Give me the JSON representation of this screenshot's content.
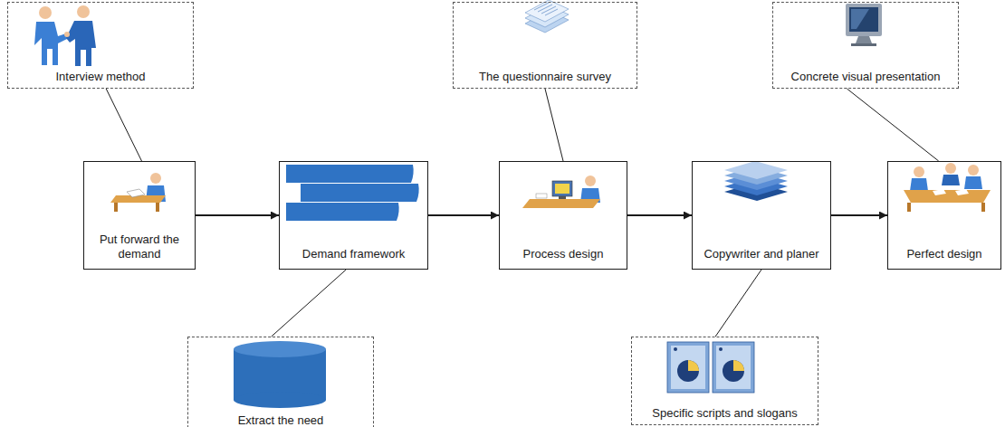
{
  "diagram": {
    "nodes": [
      {
        "text": [
          "Interview method"
        ]
      },
      {
        "text": [
          "The questionnaire survey"
        ]
      },
      {
        "text": [
          "Concrete visual presentation"
        ]
      },
      {
        "text": [
          "Put forward the demand"
        ]
      },
      {
        "text": [
          "Demand framework"
        ]
      },
      {
        "text": [
          "Process design"
        ]
      },
      {
        "text": [
          "Copywriter and planer"
        ]
      },
      {
        "text": [
          "Perfect design"
        ]
      },
      {
        "text": [
          "Extract the need"
        ]
      },
      {
        "text": [
          "Specific scripts and slogans"
        ]
      }
    ],
    "edges": [
      {
        "from": 3,
        "to": 4,
        "arrow": "to"
      },
      {
        "from": 4,
        "to": 5,
        "arrow": "to"
      },
      {
        "from": 5,
        "to": 6,
        "arrow": "to"
      },
      {
        "from": 6,
        "to": 7,
        "arrow": "to"
      },
      {
        "from": 0,
        "to": 3,
        "arrow": "none"
      },
      {
        "from": 1,
        "to": 5,
        "arrow": "none"
      },
      {
        "from": 2,
        "to": 7,
        "arrow": "none"
      },
      {
        "from": 4,
        "to": 8,
        "arrow": "none"
      },
      {
        "from": 6,
        "to": 9,
        "arrow": "none"
      }
    ]
  }
}
